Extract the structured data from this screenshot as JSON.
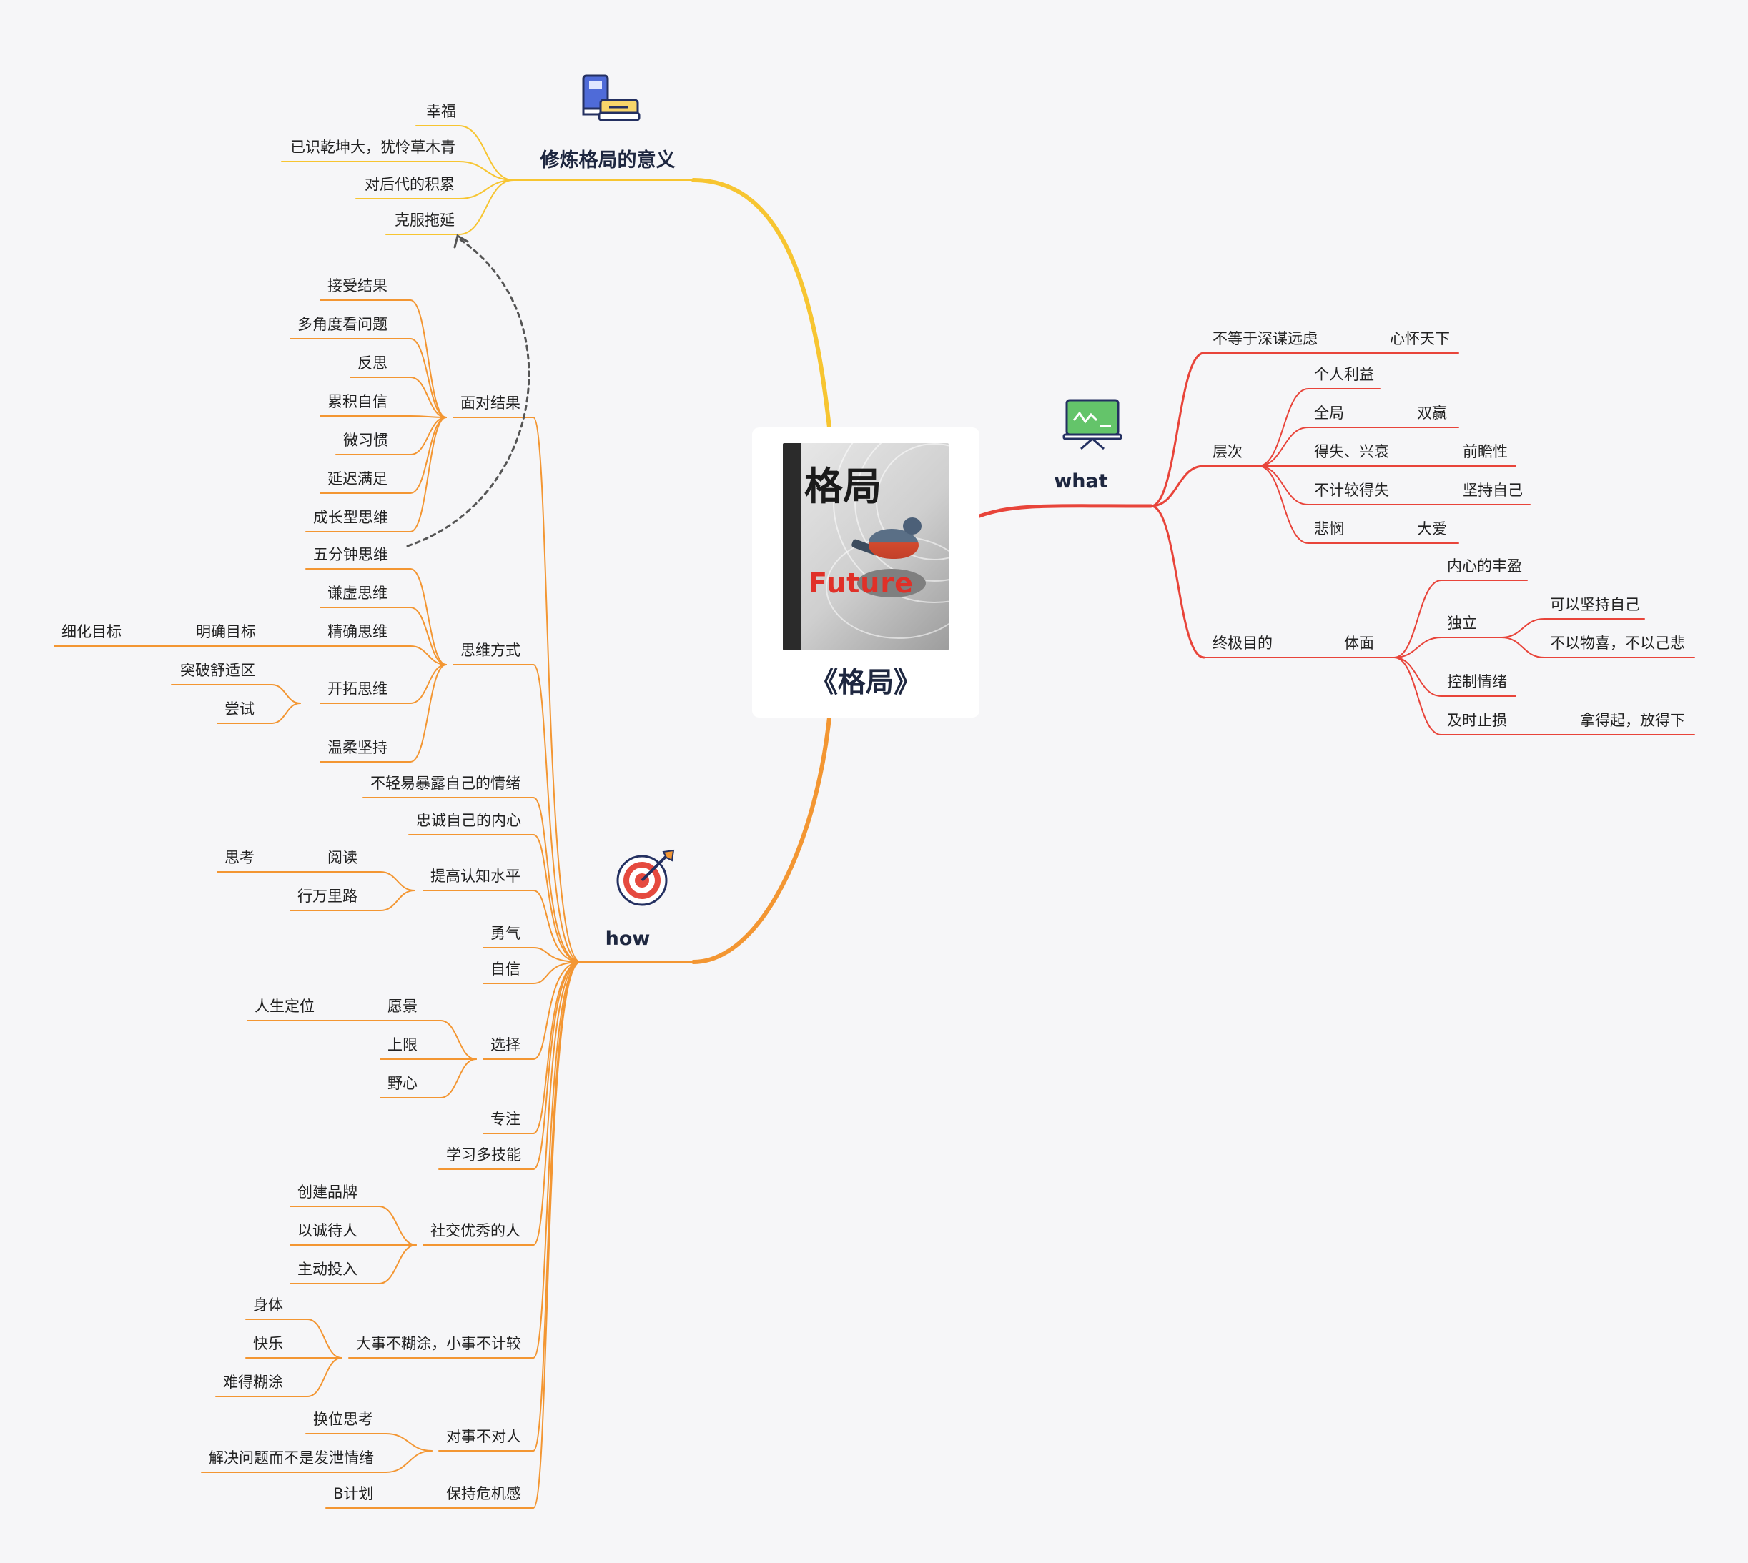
{
  "root": {
    "title": "《格局》",
    "cover_title": "格局",
    "cover_subtitle": "Future"
  },
  "branches": {
    "meaning": {
      "title": "修炼格局的意义",
      "icon": "books-icon",
      "color": "#f7c531",
      "items": [
        "幸福",
        "已识乾坤大，犹怜草木青",
        "对后代的积累",
        "克服拖延"
      ]
    },
    "what": {
      "title": "what",
      "icon": "presentation-board-icon",
      "color": "#e8443a",
      "l1": {
        "a": "不等于深谋远虑",
        "a1": "心怀天下",
        "b": "层次",
        "c": "终极目的"
      },
      "levels": {
        "personal": "个人利益",
        "overall": "全局",
        "overall_r": "双赢",
        "gain": "得失、兴衰",
        "gain_r": "前瞻性",
        "nocompare": "不计较得失",
        "nocompare_r": "坚持自己",
        "compassion": "悲悯",
        "compassion_r": "大爱"
      },
      "ultimate": {
        "dignity": "体面",
        "inner": "内心的丰盈",
        "independent": "独立",
        "ind_a": "可以坚持自己",
        "ind_b": "不以物喜，不以己悲",
        "emotion": "控制情绪",
        "stoploss": "及时止损",
        "stoploss_r": "拿得起，放得下"
      }
    },
    "how": {
      "title": "how",
      "icon": "target-icon",
      "color": "#f39632",
      "facing": {
        "label": "面对结果",
        "items": [
          "接受结果",
          "多角度看问题",
          "反思",
          "累积自信",
          "微习惯",
          "延迟满足",
          "成长型思维"
        ]
      },
      "thinking": {
        "label": "思维方式",
        "five_min": "五分钟思维",
        "humble": "谦虚思维",
        "precise": "精确思维",
        "goal": "明确目标",
        "detail": "细化目标",
        "pioneer": "开拓思维",
        "comfort": "突破舒适区",
        "try": "尝试",
        "gentle": "温柔坚持"
      },
      "no_expose": "不轻易暴露自己的情绪",
      "loyal": "忠诚自己的内心",
      "cognition": {
        "label": "提高认知水平",
        "read": "阅读",
        "think": "思考",
        "travel": "行万里路"
      },
      "courage": "勇气",
      "confidence": "自信",
      "choice": {
        "label": "选择",
        "vision": "愿景",
        "positioning": "人生定位",
        "limit": "上限",
        "ambition": "野心"
      },
      "focus": "专注",
      "skills": "学习多技能",
      "social": {
        "label": "社交优秀的人",
        "items": [
          "创建品牌",
          "以诚待人",
          "主动投入"
        ]
      },
      "bigsmall": {
        "label": "大事不糊涂，小事不计较",
        "items": [
          "身体",
          "快乐",
          "难得糊涂"
        ]
      },
      "matter": {
        "label": "对事不对人",
        "items": [
          "换位思考",
          "解决问题而不是发泄情绪"
        ]
      },
      "crisis": {
        "label": "保持危机感",
        "plan_b": "B计划"
      }
    }
  }
}
